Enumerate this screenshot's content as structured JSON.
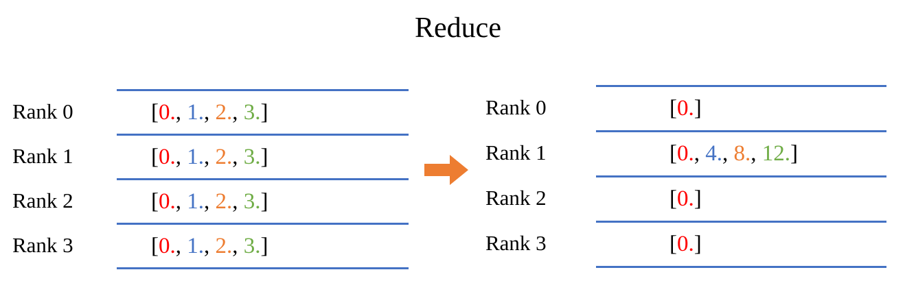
{
  "title": "Reduce",
  "colors": {
    "red": "#FF0000",
    "blue": "#4472C4",
    "orange": "#ED7D31",
    "green": "#70AD47",
    "line": "#4472C4",
    "arrow": "#ED7D31",
    "text": "#000000"
  },
  "brackets": {
    "open": "[",
    "close": "]"
  },
  "separator": ", ",
  "panels": [
    {
      "name": "before",
      "rows": [
        {
          "label": "Rank 0",
          "values": [
            {
              "text": "0.",
              "color": "red"
            },
            {
              "text": "1.",
              "color": "blue"
            },
            {
              "text": "2.",
              "color": "orange"
            },
            {
              "text": "3.",
              "color": "green"
            }
          ]
        },
        {
          "label": "Rank 1",
          "values": [
            {
              "text": "0.",
              "color": "red"
            },
            {
              "text": "1.",
              "color": "blue"
            },
            {
              "text": "2.",
              "color": "orange"
            },
            {
              "text": "3.",
              "color": "green"
            }
          ]
        },
        {
          "label": "Rank 2",
          "values": [
            {
              "text": "0.",
              "color": "red"
            },
            {
              "text": "1.",
              "color": "blue"
            },
            {
              "text": "2.",
              "color": "orange"
            },
            {
              "text": "3.",
              "color": "green"
            }
          ]
        },
        {
          "label": "Rank 3",
          "values": [
            {
              "text": "0.",
              "color": "red"
            },
            {
              "text": "1.",
              "color": "blue"
            },
            {
              "text": "2.",
              "color": "orange"
            },
            {
              "text": "3.",
              "color": "green"
            }
          ]
        }
      ]
    },
    {
      "name": "after",
      "rows": [
        {
          "label": "Rank 0",
          "values": [
            {
              "text": "0.",
              "color": "red"
            }
          ]
        },
        {
          "label": "Rank 1",
          "values": [
            {
              "text": "0.",
              "color": "red"
            },
            {
              "text": "4.",
              "color": "blue"
            },
            {
              "text": "8.",
              "color": "orange"
            },
            {
              "text": "12.",
              "color": "green"
            }
          ]
        },
        {
          "label": "Rank 2",
          "values": [
            {
              "text": "0.",
              "color": "red"
            }
          ]
        },
        {
          "label": "Rank 3",
          "values": [
            {
              "text": "0.",
              "color": "red"
            }
          ]
        }
      ]
    }
  ]
}
